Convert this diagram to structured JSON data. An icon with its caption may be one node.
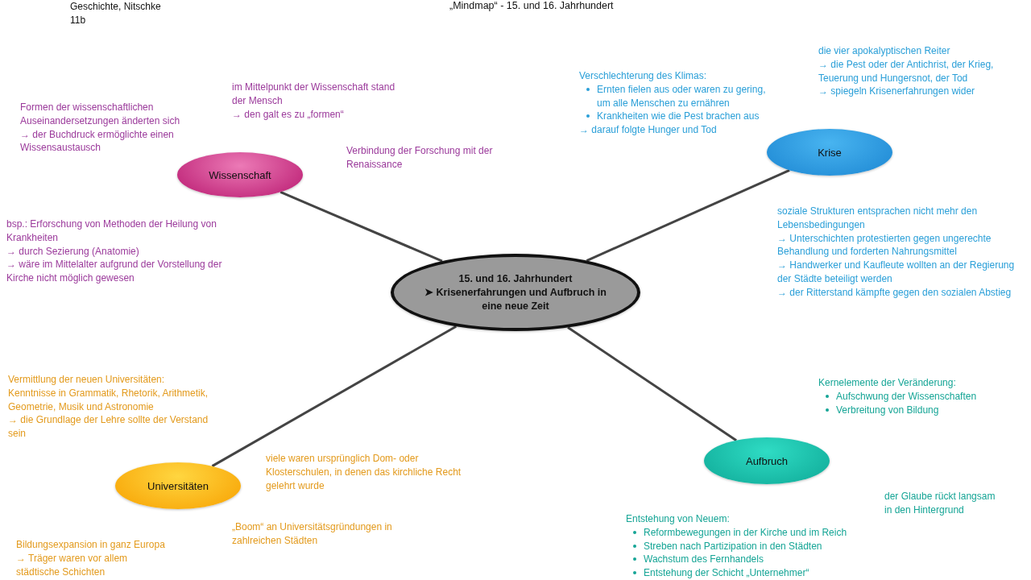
{
  "diagram": {
    "title": "„Mindmap“ - 15. und 16. Jahrhundert",
    "nodes": [
      {
        "text": [
          "15. und 16. Jahrhundert",
          "➤ Krisenerfahrungen und Aufbruch in eine neue Zeit"
        ]
      },
      {
        "text": [
          "Wissenschaft"
        ]
      },
      {
        "text": [
          "Krise"
        ]
      },
      {
        "text": [
          "Universitäten"
        ]
      },
      {
        "text": [
          "Aufbruch"
        ]
      }
    ],
    "edges": [
      {
        "from": 0,
        "to": 1,
        "arrow": "none"
      },
      {
        "from": 0,
        "to": 2,
        "arrow": "none"
      },
      {
        "from": 0,
        "to": 3,
        "arrow": "none"
      },
      {
        "from": 0,
        "to": 4,
        "arrow": "none"
      }
    ],
    "labels": [
      "Geschichte, Nitschke",
      "11b",
      "Formen der wissenschaftlichen Auseinandersetzungen änderten sich",
      "→ der Buchdruck ermöglichte einen Wissensaustausch",
      "im Mittelpunkt der Wissenschaft stand der Mensch",
      "→ den galt es zu „formen“",
      "Verbindung der Forschung mit der Renaissance",
      "bsp.: Erforschung von Methoden der Heilung von Krankheiten",
      "→ durch Sezierung (Anatomie)",
      "→ wäre im Mittelalter aufgrund der Vorstellung der Kirche nicht möglich gewesen",
      "Verschlechterung des Klimas:",
      "Ernten fielen aus oder waren zu gering, um alle Menschen zu ernähren",
      "Krankheiten wie die Pest brachen aus",
      "→ darauf folgte Hunger und Tod",
      "die vier apokalyptischen Reiter",
      "→ die Pest oder der Antichrist, der Krieg, Teuerung und Hungersnot, der Tod",
      "→ spiegeln Krisenerfahrungen wider",
      "soziale Strukturen entsprachen nicht mehr den Lebensbedingungen",
      "→ Unterschichten protestierten gegen ungerechte Behandlung und forderten Nahrungsmittel",
      "→ Handwerker und Kaufleute wollten an der Regierung der Städte beteiligt werden",
      "→ der Ritterstand kämpfte gegen den sozialen Abstieg",
      "Vermittlung der neuen Universitäten:",
      "Kenntnisse in Grammatik, Rhetorik, Arithmetik, Geometrie, Musik und Astronomie",
      "→ die Grundlage der Lehre sollte der Verstand sein",
      "viele waren ursprünglich Dom- oder Klosterschulen, in denen das kirchliche Recht gelehrt wurde",
      "„Boom“ an Universitätsgründungen in zahlreichen Städten",
      "Bildungsexpansion in ganz Europa",
      "→ Träger waren vor allem städtische Schichten",
      "Kernelemente der Veränderung:",
      "Aufschwung der Wissenschaften",
      "Verbreitung von Bildung",
      "der Glaube rückt langsam in den Hintergrund",
      "Entstehung von Neuem:",
      "Reformbewegungen in der Kirche und im Reich",
      "Streben nach Partizipation in den Städten",
      "Wachstum des Fernhandels",
      "Entstehung der Schicht „Unternehmer“"
    ]
  }
}
